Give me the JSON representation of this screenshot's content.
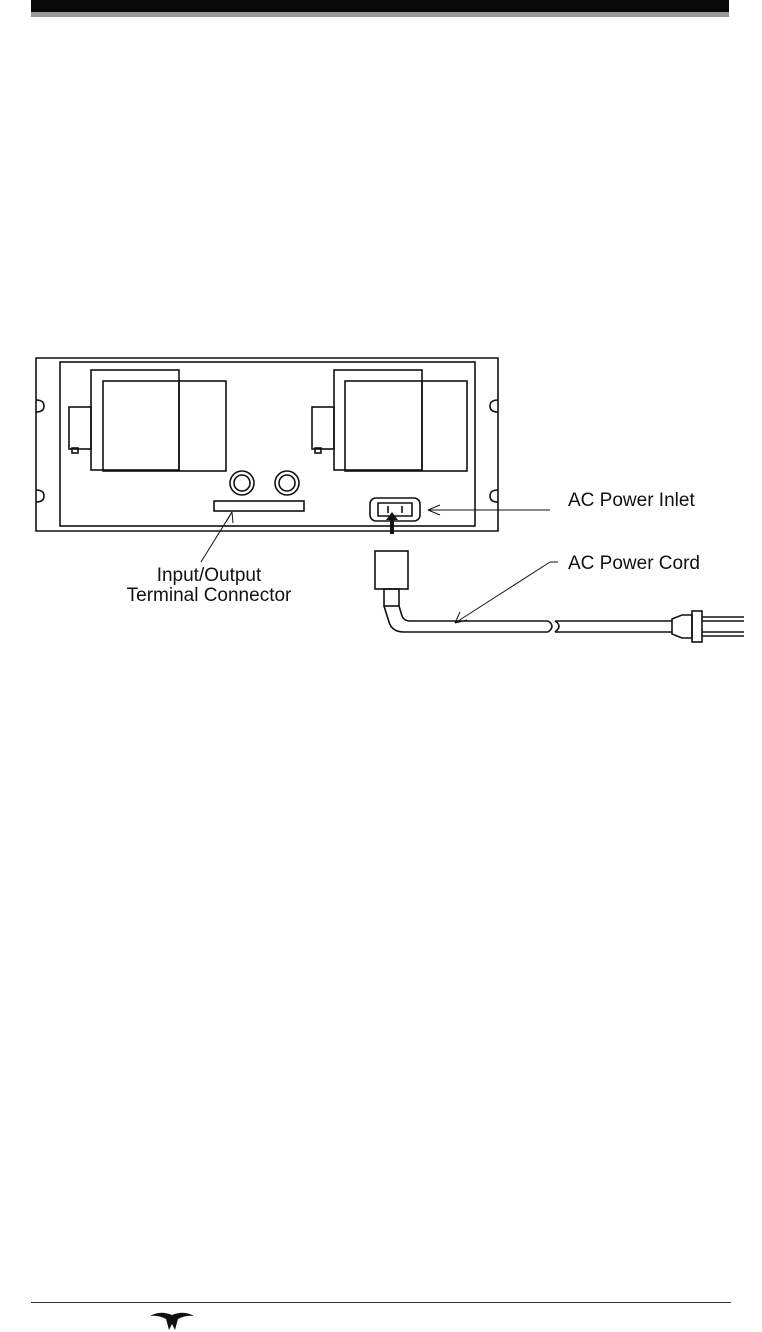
{
  "figure": {
    "callouts": {
      "ac_power_inlet": "AC Power Inlet",
      "ac_power_cord": "AC Power Cord",
      "io_terminal_line1": "Input/Output",
      "io_terminal_line2": "Terminal Connector"
    }
  },
  "icons": {
    "footer_logo": "company-logo-icon"
  }
}
